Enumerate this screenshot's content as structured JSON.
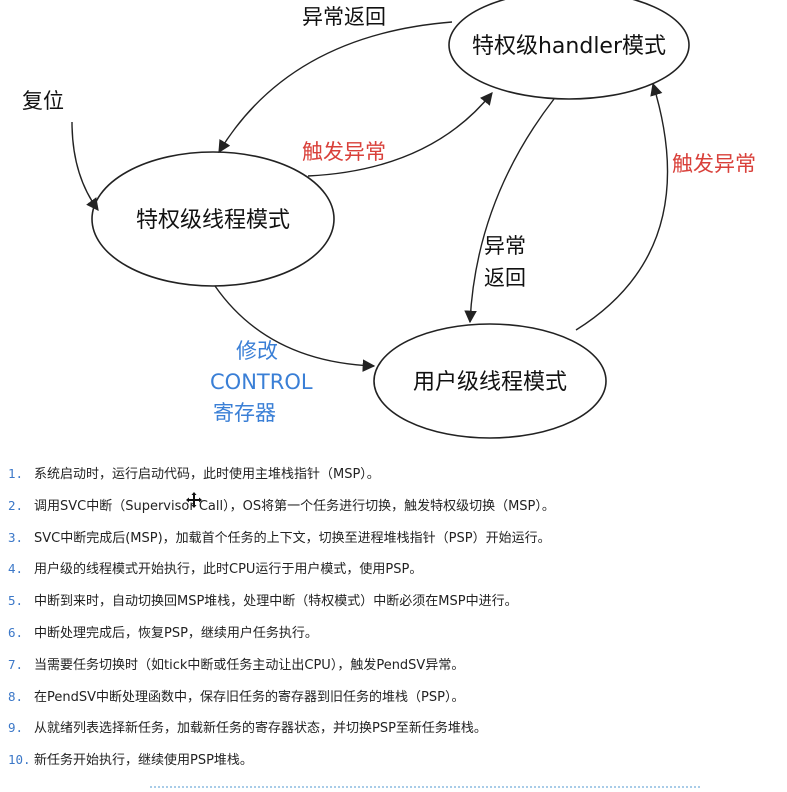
{
  "diagram": {
    "nodes": {
      "handler": "特权级handler模式",
      "priv_thread": "特权级线程模式",
      "user_thread": "用户级线程模式"
    },
    "labels": {
      "reset": "复位",
      "exception_return_top": "异常返回",
      "trigger_exception_left": "触发异常",
      "trigger_exception_right": "触发异常",
      "exception_return_mid_1": "异常",
      "exception_return_mid_2": "返回",
      "modify_1": "修改",
      "modify_2": "CONTROL",
      "modify_3": "寄存器"
    },
    "colors": {
      "red": "#d9403a",
      "blue": "#3a7fd6",
      "number": "#3c78c8"
    }
  },
  "steps": [
    {
      "num": "1.",
      "text": "系统启动时，运行启动代码，此时使用主堆栈指针（MSP）。"
    },
    {
      "num": "2.",
      "text": "调用SVC中断（Supervisor Call），OS将第一个任务进行切换，触发特权级切换（MSP）。"
    },
    {
      "num": "3.",
      "text": "SVC中断完成后(MSP)，加载首个任务的上下文，切换至进程堆栈指针（PSP）开始运行。"
    },
    {
      "num": "4.",
      "text": "用户级的线程模式开始执行，此时CPU运行于用户模式，使用PSP。"
    },
    {
      "num": "5.",
      "text": "中断到来时，自动切换回MSP堆栈，处理中断（特权模式）中断必须在MSP中进行。"
    },
    {
      "num": "6.",
      "text": "中断处理完成后，恢复PSP，继续用户任务执行。"
    },
    {
      "num": "7.",
      "text": "当需要任务切换时（如tick中断或任务主动让出CPU），触发PendSV异常。"
    },
    {
      "num": "8.",
      "text": "在PendSV中断处理函数中，保存旧任务的寄存器到旧任务的堆栈（PSP）。"
    },
    {
      "num": "9.",
      "text": "从就绪列表选择新任务，加载新任务的寄存器状态，并切换PSP至新任务堆栈。"
    },
    {
      "num": "10.",
      "text": "新任务开始执行，继续使用PSP堆栈。"
    }
  ]
}
